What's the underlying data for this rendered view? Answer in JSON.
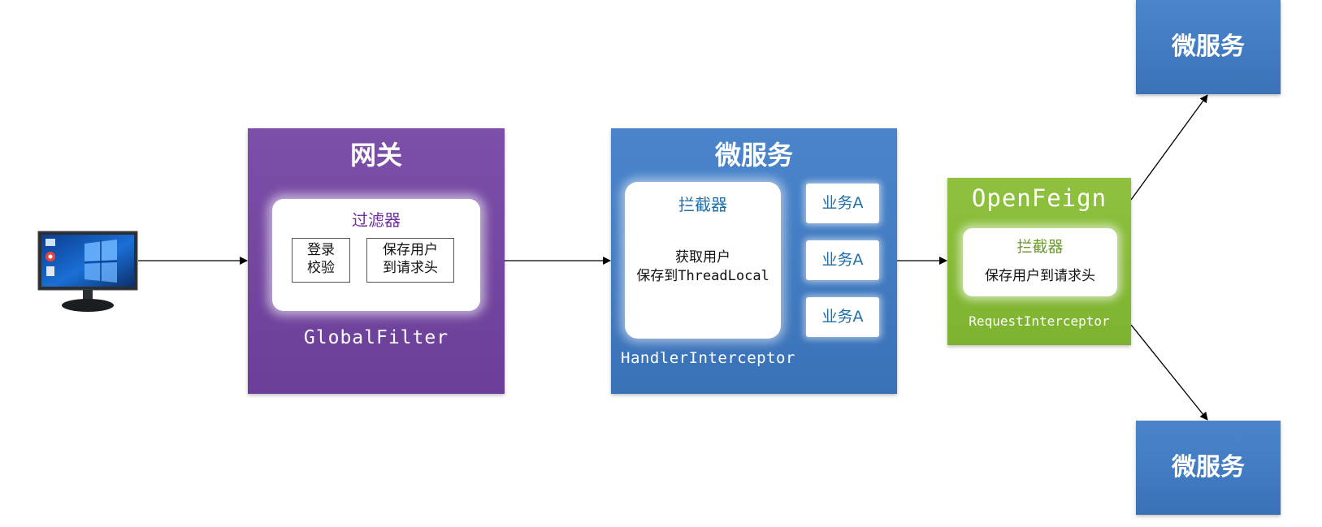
{
  "gateway": {
    "title": "网关",
    "filter": {
      "title": "过滤器",
      "login_check": "登录\n校验",
      "save_user_header": "保存用户\n到请求头"
    },
    "footer": "GlobalFilter"
  },
  "microservice_main": {
    "title": "微服务",
    "interceptor": {
      "title": "拦截器",
      "body": "获取用户\n保存到ThreadLocal"
    },
    "business": [
      "业务A",
      "业务A",
      "业务A"
    ],
    "footer": "HandlerInterceptor"
  },
  "openfeign": {
    "title": "OpenFeign",
    "interceptor": {
      "title": "拦截器",
      "body": "保存用户到请求头"
    },
    "footer": "RequestInterceptor"
  },
  "microservice_top": {
    "title": "微服务"
  },
  "microservice_bottom": {
    "title": "微服务"
  },
  "colors": {
    "gateway": "#7c4fa8",
    "microservice": "#3f7bc4",
    "openfeign": "#86ba36"
  },
  "icons": {
    "client": "desktop-monitor-icon"
  }
}
